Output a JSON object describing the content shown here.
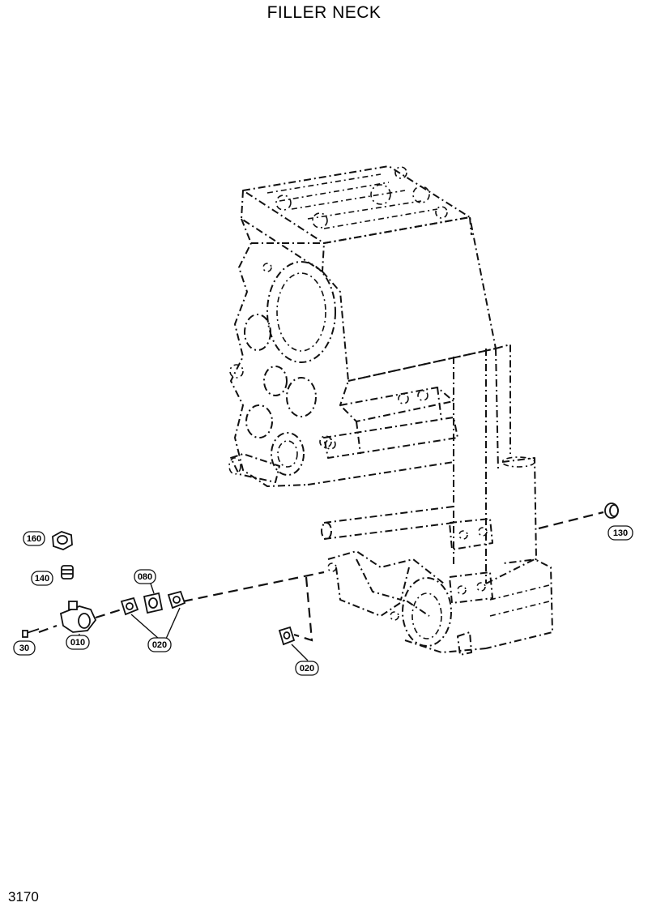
{
  "title": "FILLER NECK",
  "page_number": "3170",
  "callouts": {
    "c160": "160",
    "c140": "140",
    "c080": "080",
    "c30": "30",
    "c010": "010",
    "c020a": "020",
    "c020b": "020",
    "c130": "130"
  }
}
